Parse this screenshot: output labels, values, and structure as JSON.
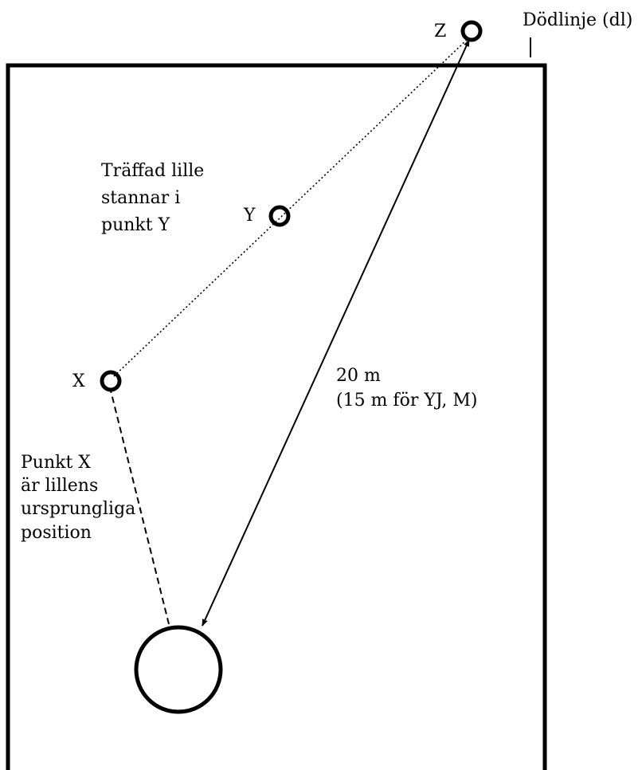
{
  "labels": {
    "deadline": "Dödlinje (dl)",
    "point_z": "Z",
    "point_y": "Y",
    "point_x": "X",
    "note_y": [
      "Träffad lille",
      "stannar i",
      "punkt Y"
    ],
    "distance": [
      "20 m",
      "(15 m för YJ, M)"
    ],
    "note_x": [
      "Punkt X",
      "är lillens",
      "ursprungliga",
      "position"
    ]
  },
  "colors": {
    "line": "#000000",
    "background": "#ffffff"
  }
}
